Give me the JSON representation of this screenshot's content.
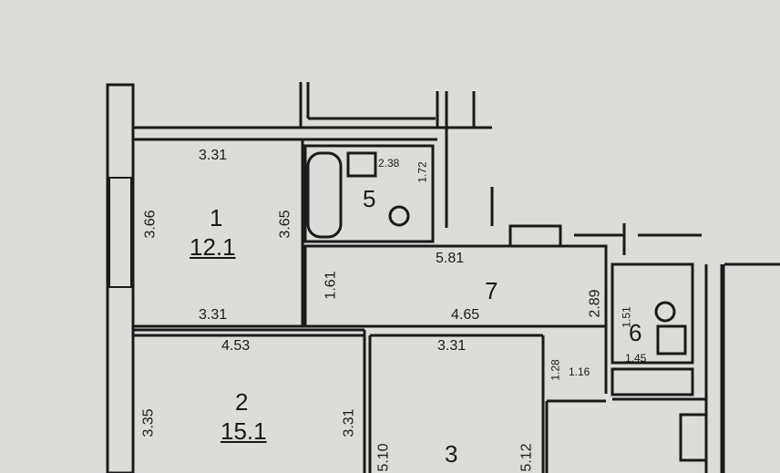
{
  "rooms": [
    {
      "number": "1",
      "area": "12.1"
    },
    {
      "number": "2",
      "area": "15.1"
    },
    {
      "number": "3"
    },
    {
      "number": "5"
    },
    {
      "number": "6"
    },
    {
      "number": "7"
    }
  ],
  "dimensions": {
    "r1_top": "3.31",
    "r1_left": "3.66",
    "r1_right": "3.65",
    "r1_bottom": "3.31",
    "r5_w": "2.38",
    "r5_h": "1.72",
    "r7_top": "5.81",
    "r7_left": "1.61",
    "r7_bottom": "4.65",
    "r7_right": "2.89",
    "r2_top": "4.53",
    "r2_left": "3.35",
    "r2_right": "3.31",
    "r3_top": "3.31",
    "r3_left": "5.10",
    "r3_right": "5.12",
    "r6_h": "1.51",
    "r6_w": "1.45",
    "hall_h": "1.28",
    "hall_w": "1.16"
  },
  "colors": {
    "paper": "#dcdcd8",
    "ink": "#1a1a1a"
  }
}
